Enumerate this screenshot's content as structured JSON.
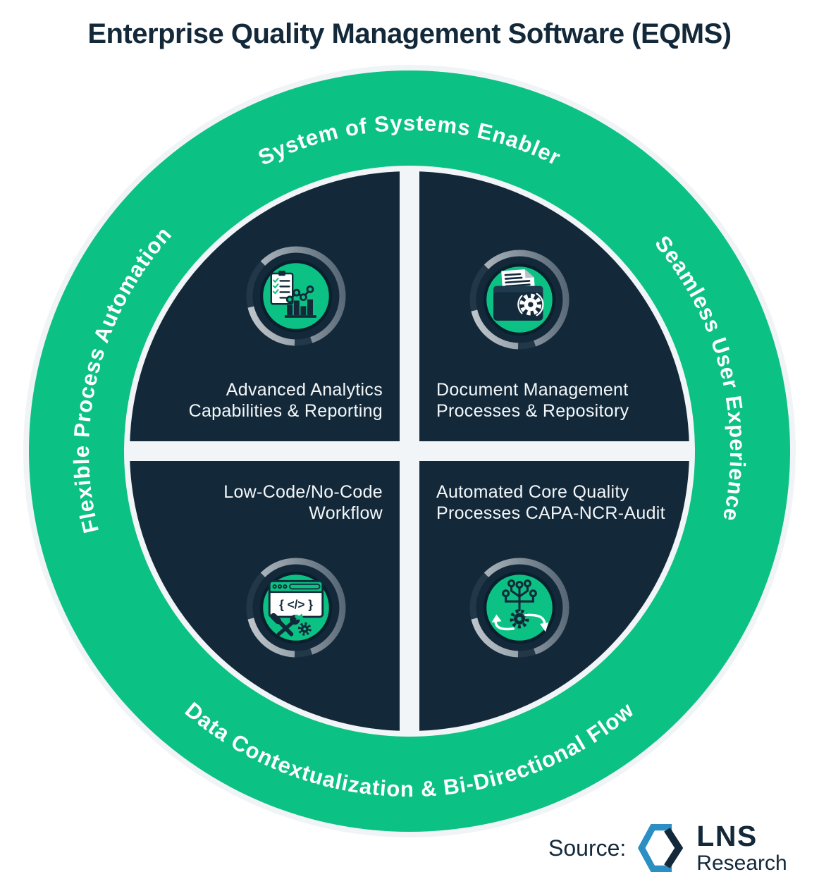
{
  "title": "Enterprise Quality Management Software (EQMS)",
  "ring": {
    "top_label": "System of Systems Enabler",
    "left_label": "Flexible Process Automation",
    "right_label": "Seamless User Experience",
    "bottom_label": "Data Contextualization & Bi-Directional Flow"
  },
  "quadrants": {
    "top_left": {
      "line1": "Advanced Analytics",
      "line2": "Capabilities & Reporting",
      "icon": "clipboard-analytics-icon"
    },
    "top_right": {
      "line1": "Document Management",
      "line2": "Processes & Repository",
      "icon": "folder-document-gear-icon"
    },
    "bottom_left": {
      "line1": "Low-Code/No-Code",
      "line2": "Workflow",
      "icon": "code-window-tools-icon",
      "code_glyph": "{ </> }"
    },
    "bottom_right": {
      "line1": "Automated Core Quality",
      "line2": "Processes CAPA-NCR-Audit",
      "icon": "circuit-gear-icon"
    }
  },
  "source": {
    "label": "Source:",
    "brand_top": "LNS",
    "brand_bottom": "Research"
  },
  "colors": {
    "navy": "#13293A",
    "green": "#0BC183",
    "separator_white": "#F2F5F7",
    "ring_gray_light": "#C2C8CD",
    "ring_gray_dark": "#4E5F6E",
    "brand_blue": "#2B8FC3"
  }
}
